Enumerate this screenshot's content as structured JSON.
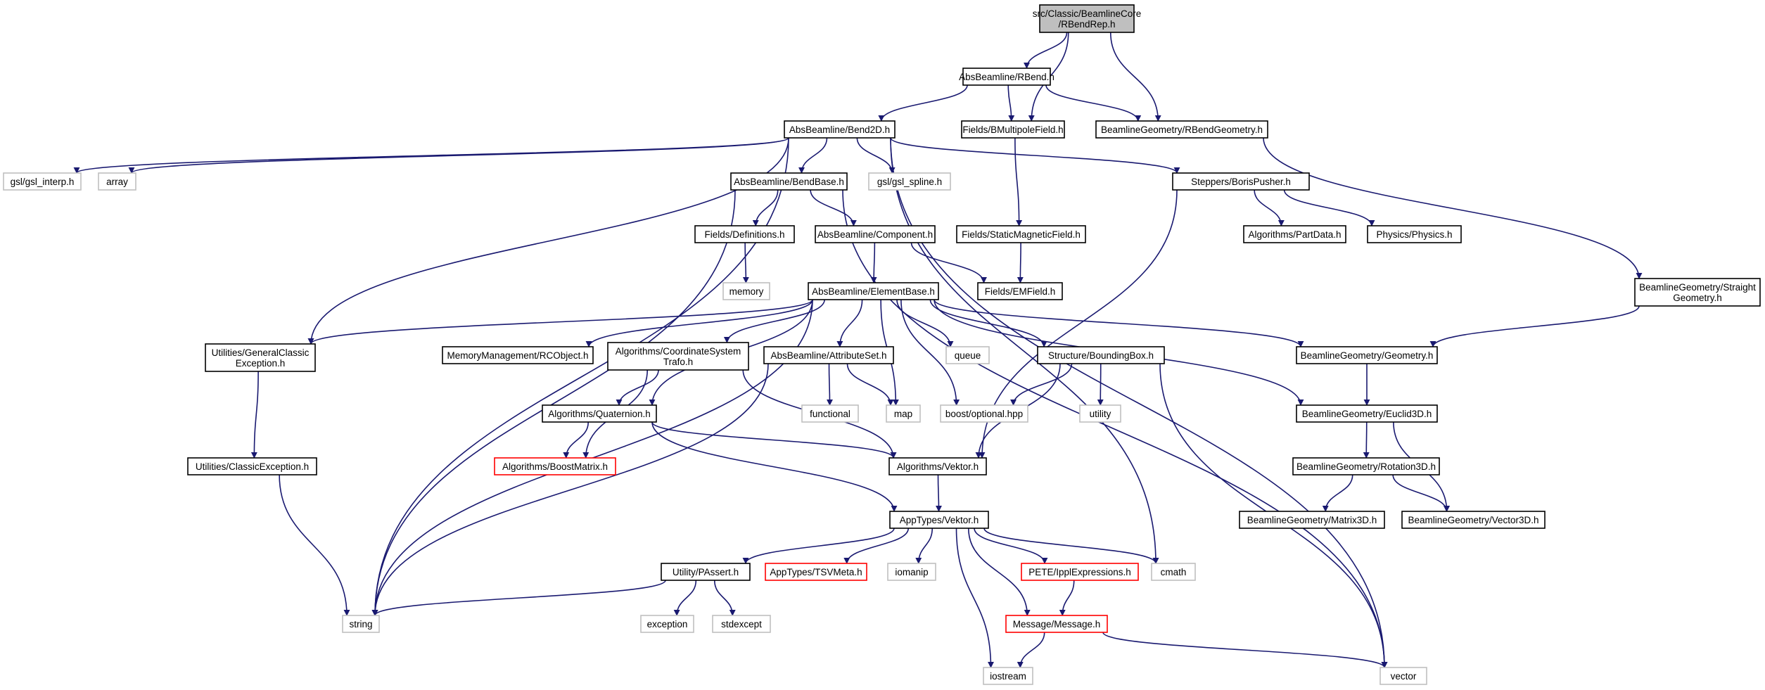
{
  "colors": {
    "edge": "#191970",
    "box_normal": "#000000",
    "box_external": "#bfbfbf",
    "box_incomplete": "#ff0000",
    "root_fill": "#bfbfbf",
    "node_fill": "#ffffff"
  },
  "nodes": [
    {
      "id": "root",
      "lines": [
        "src/Classic/BeamlineCore",
        "/RBendRep.h"
      ],
      "kind": "root"
    },
    {
      "id": "rbend",
      "lines": [
        "AbsBeamline/RBend.h"
      ],
      "kind": "normal"
    },
    {
      "id": "bend2d",
      "lines": [
        "AbsBeamline/Bend2D.h"
      ],
      "kind": "normal"
    },
    {
      "id": "bmultipole",
      "lines": [
        "Fields/BMultipoleField.h"
      ],
      "kind": "normal"
    },
    {
      "id": "rbendgeom",
      "lines": [
        "BeamlineGeometry/RBendGeometry.h"
      ],
      "kind": "normal"
    },
    {
      "id": "gslinterp",
      "lines": [
        "gsl/gsl_interp.h"
      ],
      "kind": "external"
    },
    {
      "id": "array",
      "lines": [
        "array"
      ],
      "kind": "external"
    },
    {
      "id": "bendbase",
      "lines": [
        "AbsBeamline/BendBase.h"
      ],
      "kind": "normal"
    },
    {
      "id": "gslspline",
      "lines": [
        "gsl/gsl_spline.h"
      ],
      "kind": "external"
    },
    {
      "id": "borispusher",
      "lines": [
        "Steppers/BorisPusher.h"
      ],
      "kind": "normal"
    },
    {
      "id": "definitions",
      "lines": [
        "Fields/Definitions.h"
      ],
      "kind": "normal"
    },
    {
      "id": "component",
      "lines": [
        "AbsBeamline/Component.h"
      ],
      "kind": "normal"
    },
    {
      "id": "staticmag",
      "lines": [
        "Fields/StaticMagneticField.h"
      ],
      "kind": "normal"
    },
    {
      "id": "partdata",
      "lines": [
        "Algorithms/PartData.h"
      ],
      "kind": "normal"
    },
    {
      "id": "physics",
      "lines": [
        "Physics/Physics.h"
      ],
      "kind": "normal"
    },
    {
      "id": "memory",
      "lines": [
        "memory"
      ],
      "kind": "external"
    },
    {
      "id": "emfield",
      "lines": [
        "Fields/EMField.h"
      ],
      "kind": "normal"
    },
    {
      "id": "elementbase",
      "lines": [
        "AbsBeamline/ElementBase.h"
      ],
      "kind": "normal"
    },
    {
      "id": "straightgeom",
      "lines": [
        "BeamlineGeometry/Straight",
        "Geometry.h"
      ],
      "kind": "normal"
    },
    {
      "id": "genclassicexc",
      "lines": [
        "Utilities/GeneralClassic",
        "Exception.h"
      ],
      "kind": "normal"
    },
    {
      "id": "rcobject",
      "lines": [
        "MemoryManagement/RCObject.h"
      ],
      "kind": "normal"
    },
    {
      "id": "coordsys",
      "lines": [
        "Algorithms/CoordinateSystem",
        "Trafo.h"
      ],
      "kind": "normal"
    },
    {
      "id": "attributeset",
      "lines": [
        "AbsBeamline/AttributeSet.h"
      ],
      "kind": "normal"
    },
    {
      "id": "queue",
      "lines": [
        "queue"
      ],
      "kind": "external"
    },
    {
      "id": "boundingbox",
      "lines": [
        "Structure/BoundingBox.h"
      ],
      "kind": "normal"
    },
    {
      "id": "geometry",
      "lines": [
        "BeamlineGeometry/Geometry.h"
      ],
      "kind": "normal"
    },
    {
      "id": "quaternion",
      "lines": [
        "Algorithms/Quaternion.h"
      ],
      "kind": "normal"
    },
    {
      "id": "functional",
      "lines": [
        "functional"
      ],
      "kind": "external"
    },
    {
      "id": "map",
      "lines": [
        "map"
      ],
      "kind": "external"
    },
    {
      "id": "boostoptional",
      "lines": [
        "boost/optional.hpp"
      ],
      "kind": "external"
    },
    {
      "id": "utility",
      "lines": [
        "utility"
      ],
      "kind": "external"
    },
    {
      "id": "euclid3d",
      "lines": [
        "BeamlineGeometry/Euclid3D.h"
      ],
      "kind": "normal"
    },
    {
      "id": "classicexc",
      "lines": [
        "Utilities/ClassicException.h"
      ],
      "kind": "normal"
    },
    {
      "id": "boostmatrix",
      "lines": [
        "Algorithms/BoostMatrix.h"
      ],
      "kind": "incomplete"
    },
    {
      "id": "algvektor",
      "lines": [
        "Algorithms/Vektor.h"
      ],
      "kind": "normal"
    },
    {
      "id": "rotation3d",
      "lines": [
        "BeamlineGeometry/Rotation3D.h"
      ],
      "kind": "normal"
    },
    {
      "id": "apptypesvektor",
      "lines": [
        "AppTypes/Vektor.h"
      ],
      "kind": "normal"
    },
    {
      "id": "matrix3d",
      "lines": [
        "BeamlineGeometry/Matrix3D.h"
      ],
      "kind": "normal"
    },
    {
      "id": "vector3d",
      "lines": [
        "BeamlineGeometry/Vector3D.h"
      ],
      "kind": "normal"
    },
    {
      "id": "passert",
      "lines": [
        "Utility/PAssert.h"
      ],
      "kind": "normal"
    },
    {
      "id": "tsvmeta",
      "lines": [
        "AppTypes/TSVMeta.h"
      ],
      "kind": "incomplete"
    },
    {
      "id": "iomanip",
      "lines": [
        "iomanip"
      ],
      "kind": "external"
    },
    {
      "id": "ipplexpr",
      "lines": [
        "PETE/IpplExpressions.h"
      ],
      "kind": "incomplete"
    },
    {
      "id": "cmath",
      "lines": [
        "cmath"
      ],
      "kind": "external"
    },
    {
      "id": "string",
      "lines": [
        "string"
      ],
      "kind": "external"
    },
    {
      "id": "exception",
      "lines": [
        "exception"
      ],
      "kind": "external"
    },
    {
      "id": "stdexcept",
      "lines": [
        "stdexcept"
      ],
      "kind": "external"
    },
    {
      "id": "message",
      "lines": [
        "Message/Message.h"
      ],
      "kind": "incomplete"
    },
    {
      "id": "iostream",
      "lines": [
        "iostream"
      ],
      "kind": "external"
    },
    {
      "id": "vector",
      "lines": [
        "vector"
      ],
      "kind": "external"
    }
  ],
  "edges": [
    [
      "root",
      "rbend"
    ],
    [
      "root",
      "bmultipole"
    ],
    [
      "root",
      "rbendgeom"
    ],
    [
      "rbend",
      "bend2d"
    ],
    [
      "rbend",
      "bmultipole"
    ],
    [
      "rbend",
      "rbendgeom"
    ],
    [
      "bend2d",
      "gslinterp"
    ],
    [
      "bend2d",
      "array"
    ],
    [
      "bend2d",
      "bendbase"
    ],
    [
      "bend2d",
      "gslspline"
    ],
    [
      "bend2d",
      "borispusher"
    ],
    [
      "bend2d",
      "genclassicexc"
    ],
    [
      "bend2d",
      "string"
    ],
    [
      "bend2d",
      "cmath"
    ],
    [
      "bend2d",
      "vector"
    ],
    [
      "bmultipole",
      "staticmag"
    ],
    [
      "rbendgeom",
      "straightgeom"
    ],
    [
      "bendbase",
      "definitions"
    ],
    [
      "bendbase",
      "component"
    ],
    [
      "bendbase",
      "string"
    ],
    [
      "bendbase",
      "vector"
    ],
    [
      "borispusher",
      "partdata"
    ],
    [
      "borispusher",
      "physics"
    ],
    [
      "borispusher",
      "algvektor"
    ],
    [
      "definitions",
      "memory"
    ],
    [
      "component",
      "elementbase"
    ],
    [
      "component",
      "emfield"
    ],
    [
      "staticmag",
      "emfield"
    ],
    [
      "straightgeom",
      "geometry"
    ],
    [
      "elementbase",
      "genclassicexc"
    ],
    [
      "elementbase",
      "rcobject"
    ],
    [
      "elementbase",
      "coordsys"
    ],
    [
      "elementbase",
      "attributeset"
    ],
    [
      "elementbase",
      "map"
    ],
    [
      "elementbase",
      "queue"
    ],
    [
      "elementbase",
      "boostoptional"
    ],
    [
      "elementbase",
      "boundingbox"
    ],
    [
      "elementbase",
      "geometry"
    ],
    [
      "elementbase",
      "euclid3d"
    ],
    [
      "elementbase",
      "quaternion"
    ],
    [
      "elementbase",
      "string"
    ],
    [
      "genclassicexc",
      "classicexc"
    ],
    [
      "coordsys",
      "quaternion"
    ],
    [
      "coordsys",
      "boostmatrix"
    ],
    [
      "coordsys",
      "algvektor"
    ],
    [
      "attributeset",
      "functional"
    ],
    [
      "attributeset",
      "map"
    ],
    [
      "attributeset",
      "string"
    ],
    [
      "boundingbox",
      "boostoptional"
    ],
    [
      "boundingbox",
      "utility"
    ],
    [
      "boundingbox",
      "algvektor"
    ],
    [
      "boundingbox",
      "vector"
    ],
    [
      "geometry",
      "euclid3d"
    ],
    [
      "quaternion",
      "boostmatrix"
    ],
    [
      "quaternion",
      "algvektor"
    ],
    [
      "quaternion",
      "apptypesvektor"
    ],
    [
      "euclid3d",
      "rotation3d"
    ],
    [
      "euclid3d",
      "vector3d"
    ],
    [
      "classicexc",
      "string"
    ],
    [
      "algvektor",
      "apptypesvektor"
    ],
    [
      "rotation3d",
      "matrix3d"
    ],
    [
      "rotation3d",
      "vector3d"
    ],
    [
      "apptypesvektor",
      "passert"
    ],
    [
      "apptypesvektor",
      "tsvmeta"
    ],
    [
      "apptypesvektor",
      "iomanip"
    ],
    [
      "apptypesvektor",
      "ipplexpr"
    ],
    [
      "apptypesvektor",
      "cmath"
    ],
    [
      "apptypesvektor",
      "message"
    ],
    [
      "apptypesvektor",
      "iostream"
    ],
    [
      "passert",
      "string"
    ],
    [
      "passert",
      "exception"
    ],
    [
      "passert",
      "stdexcept"
    ],
    [
      "ipplexpr",
      "message"
    ],
    [
      "message",
      "iostream"
    ],
    [
      "message",
      "vector"
    ]
  ]
}
